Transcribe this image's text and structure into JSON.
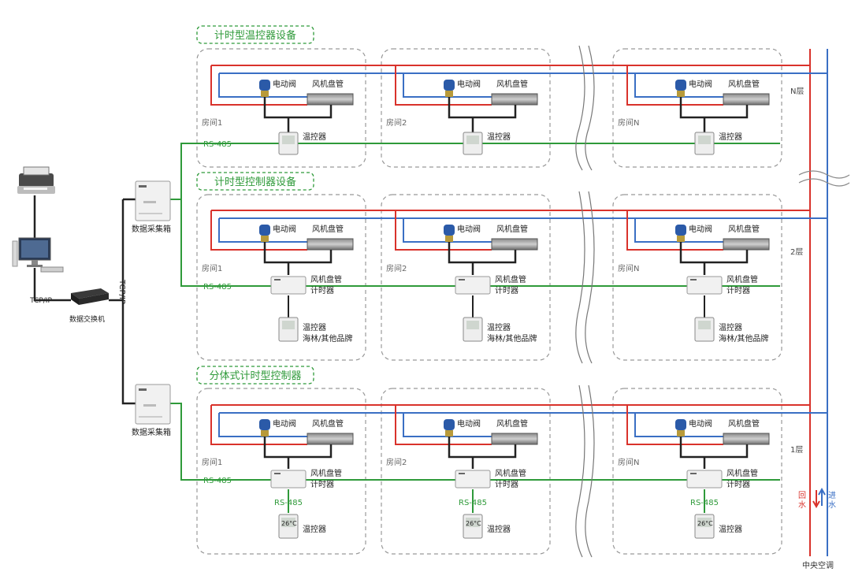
{
  "title_boxes": [
    "计时型温控器设备",
    "计时型控制器设备",
    "分体式计时型控制器"
  ],
  "room_labels": [
    "房间1",
    "房间2",
    "房间N"
  ],
  "floor_labels": [
    "N层",
    "2层",
    "1层"
  ],
  "valve_label": "电动阀",
  "fancoil_label": "风机盘管",
  "thermostat_label": "温控器",
  "timer_label": "计时器",
  "fancoil_timer_label": "风机盘管",
  "thermostat_brand_label": "海林/其他品牌",
  "rs485_label": "RS-485",
  "tcpip_label": "TCP/IP",
  "tcpip_vertical_label": "TCP/IP",
  "switch_label": "数据交换机",
  "collector_label": "数据采集箱",
  "return_water_label": "回水",
  "supply_water_label": "进水",
  "central_ac_label": "中央空调",
  "thermostat_display": "26°C",
  "colors": {
    "supply": "#3a6fc4",
    "return": "#d9322b",
    "rs485": "#2f9a3a",
    "frame": "#999999",
    "title": "#2f9a3a"
  }
}
